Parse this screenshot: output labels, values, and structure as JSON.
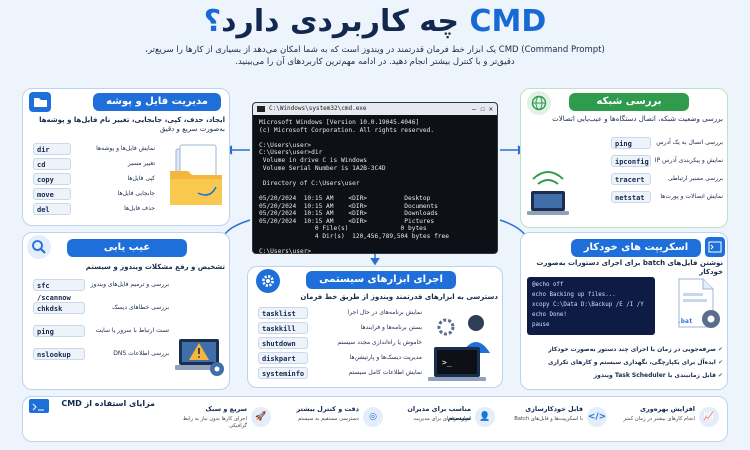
{
  "title": {
    "main": "چه کاربردی دارد",
    "cmd": "CMD",
    "q": "؟"
  },
  "intro": {
    "line1": "CMD (Command Prompt) یک ابزار خط فرمان قدرتمند در ویندوز است که به شما امکان می‌دهد از بسیاری از کارها را سریع‌تر،",
    "line2": "دقیق‌تر و با کنترل بیشتر انجام دهید. در ادامه مهم‌ترین کاربردهای آن را می‌بینید."
  },
  "file_mgmt": {
    "title": "مدیریت فایل و پوشه",
    "sub1": "ایجاد، حذف، کپی، جابجایی، تغییر نام فایل‌ها و پوشه‌ها",
    "sub2": "به‌صورت سریع و دقیق",
    "rows": [
      {
        "cmd": "dir",
        "desc": "نمایش فایل‌ها و پوشه‌ها"
      },
      {
        "cmd": "cd",
        "desc": "تغییر مسیر"
      },
      {
        "cmd": "copy",
        "desc": "کپی فایل‌ها"
      },
      {
        "cmd": "move",
        "desc": "جابجایی فایل‌ها"
      },
      {
        "cmd": "del",
        "desc": "حذف فایل‌ها"
      }
    ]
  },
  "network": {
    "title": "بررسی شبکه",
    "sub": "بررسی وضعیت شبکه، اتصال دستگاه‌ها و عیب‌یابی اتصالات",
    "rows": [
      {
        "cmd": "ping",
        "desc": "بررسی اتصال به یک آدرس"
      },
      {
        "cmd": "ipconfig",
        "desc": "نمایش و پیکربندی آدرس IP"
      },
      {
        "cmd": "tracert",
        "desc": "بررسی مسیر ارتباطی"
      },
      {
        "cmd": "netstat",
        "desc": "نمایش اتصالات و پورت‌ها"
      }
    ]
  },
  "troubleshoot": {
    "title": "عیب یابی",
    "sub": "تشخیص و رفع مشکلات ویندوز و سیستم",
    "rows": [
      {
        "cmd": "sfc /scannow",
        "desc": "بررسی و ترمیم فایل‌های ویندوز"
      },
      {
        "cmd": "chkdsk",
        "desc": "بررسی خطاهای دیسک"
      },
      {
        "cmd": "ping",
        "desc": "تست ارتباط با سرور یا سایت"
      },
      {
        "cmd": "nslookup",
        "desc": "بررسی اطلاعات DNS"
      }
    ]
  },
  "sysctl": {
    "title": "اجرای ابزارهای سیستمی",
    "sub1": "دسترسی به ابزارهای قدرتمند ویندوز از طریق خط فرمان",
    "rows": [
      {
        "cmd": "tasklist",
        "desc": "نمایش برنامه‌های در حال اجرا"
      },
      {
        "cmd": "taskkill",
        "desc": "بستن برنامه‌ها و فرایندها"
      },
      {
        "cmd": "shutdown",
        "desc": "خاموش یا راه‌اندازی مجدد سیستم"
      },
      {
        "cmd": "diskpart",
        "desc": "مدیریت دیسک‌ها و پارتیشن‌ها"
      },
      {
        "cmd": "systeminfo",
        "desc": "نمایش اطلاعات کامل سیستم"
      }
    ]
  },
  "scripts": {
    "title": "اسکریپت های خودکار",
    "sub1": "نوشتن فایل‌های batch برای اجرای دستورات به‌صورت خودکار",
    "code": [
      "@echo off",
      "echo Backing up files...",
      "xcopy C:\\Data D:\\Backup /E /I /Y",
      "echo Done!",
      "pause"
    ],
    "file_label": ".bat",
    "bullets": [
      "صرفه‌جویی در زمان با اجرای چند دستور به‌صورت خودکار",
      "ایده‌آل برای یکپارچگی، نگهداری سیستم و کارهای تکراری",
      "قابل زمانبندی با Task Scheduler ویندوز"
    ]
  },
  "terminal": {
    "path": "C:\\Windows\\system32\\cmd.exe",
    "lines": [
      "Microsoft Windows [Version 10.0.19045.4046]",
      "(c) Microsoft Corporation. All rights reserved.",
      "",
      "C:\\Users\\user>",
      "C:\\Users\\user>dir",
      " Volume in drive C is Windows",
      " Volume Serial Number is 1A2B-3C4D",
      "",
      " Directory of C:\\Users\\user",
      "",
      "05/20/2024  10:15 AM    <DIR>          Desktop",
      "05/20/2024  10:15 AM    <DIR>          Documents",
      "05/20/2024  10:15 AM    <DIR>          Downloads",
      "05/20/2024  10:15 AM    <DIR>          Pictures",
      "               0 File(s)              0 bytes",
      "               4 Dir(s)  120,456,789,504 bytes free",
      "",
      "C:\\Users\\user>_"
    ]
  },
  "benefits": {
    "title": "مزایای استفاده از CMD",
    "items": [
      {
        "t": "سریع و سبک",
        "d": "اجرای کارها بدون نیاز به رابط گرافیکی",
        "icon": "rocket-icon"
      },
      {
        "t": "دقت و کنترل بیشتر",
        "d": "دسترسی مستقیم به سیستم",
        "icon": "target-icon"
      },
      {
        "t": "مناسب برای مدیران سیستم",
        "d": "ابزار حرفه‌ای برای مدیریت",
        "icon": "admin-icon"
      },
      {
        "t": "قابل خودکارسازی",
        "d": "با اسکریپت‌ها و فایل‌های Batch",
        "icon": "code-icon"
      },
      {
        "t": "افزایش بهره‌وری",
        "d": "انجام کارهای بیشتر در زمان کمتر",
        "icon": "chart-icon"
      }
    ]
  },
  "colors": {
    "accent": "#1e6fd9",
    "green": "#2e9b4d",
    "navy": "#13284f"
  }
}
